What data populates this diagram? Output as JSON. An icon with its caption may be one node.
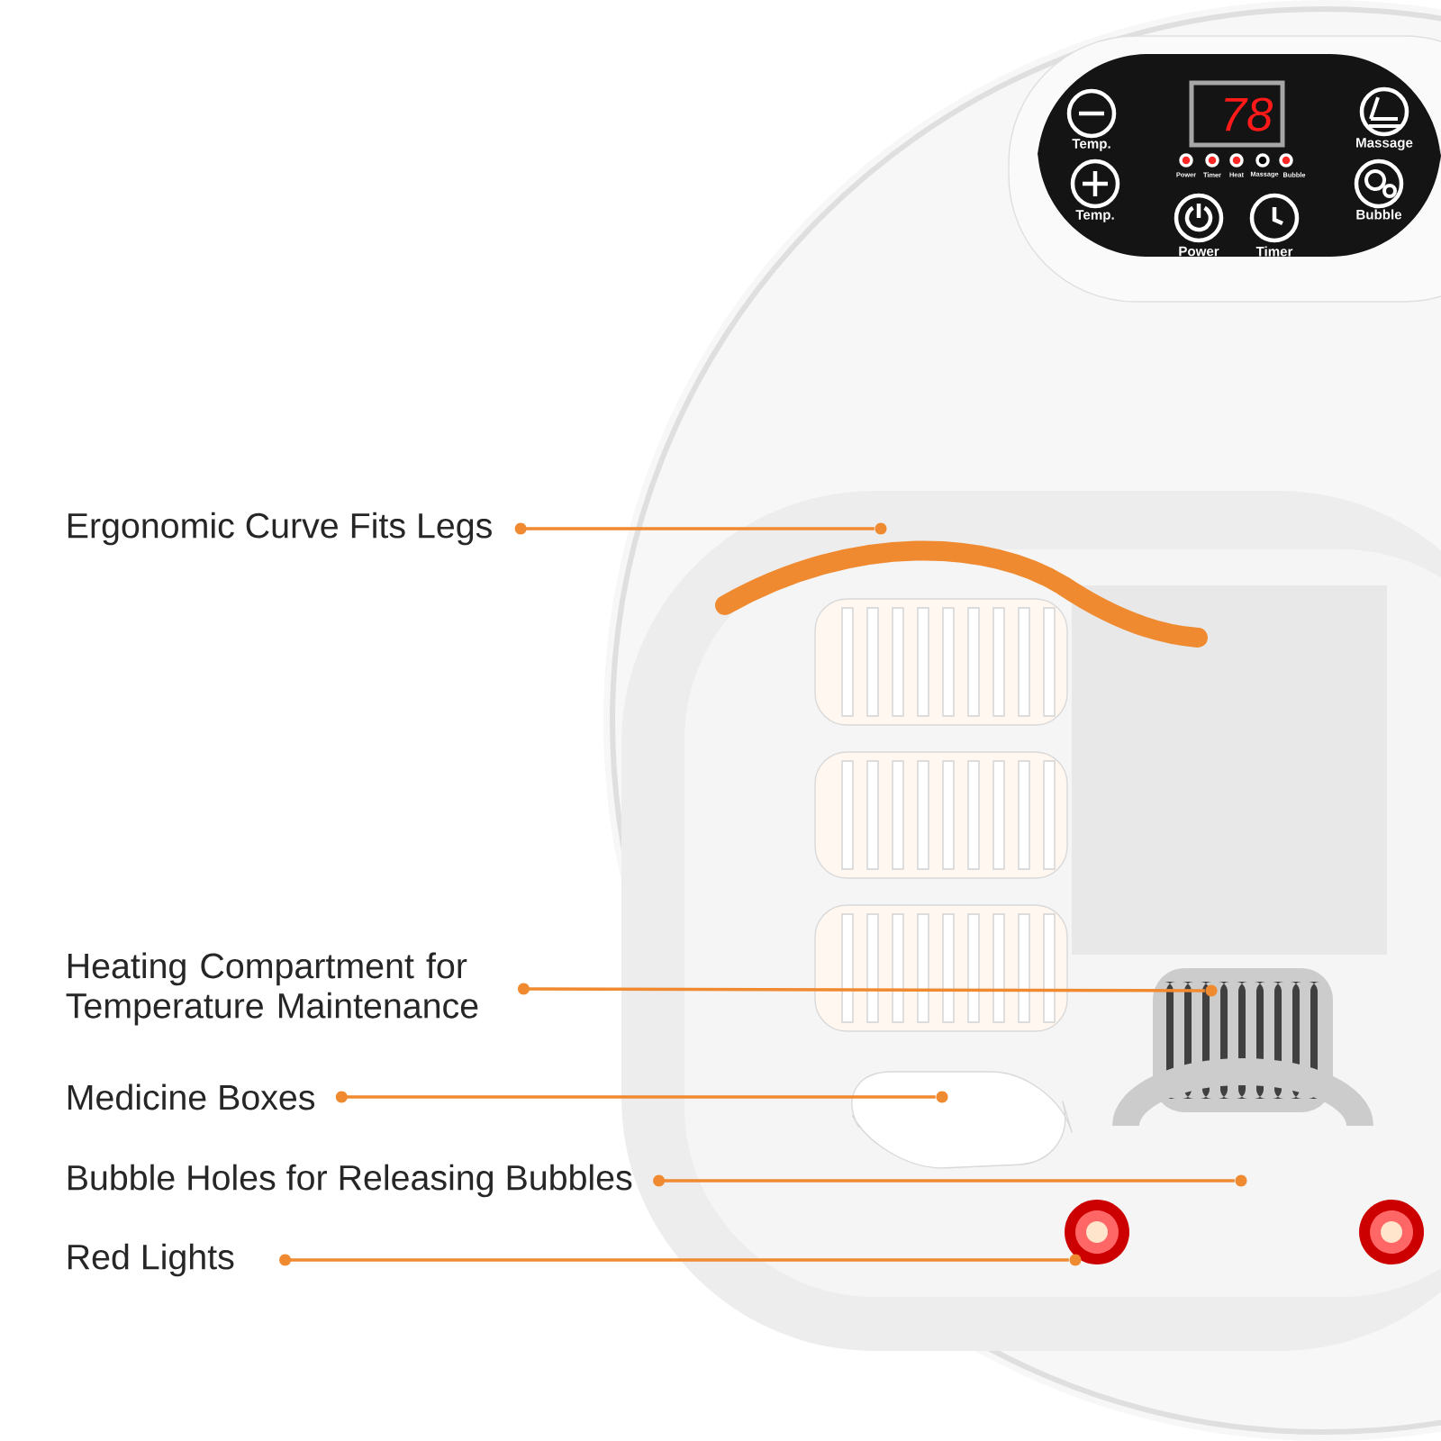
{
  "diagram": {
    "nodes": [
      {
        "text": [
          "Ergonomic Curve Fits Legs"
        ]
      },
      {
        "text": [],
        "shape": "circle"
      },
      {
        "text": [
          "Heating Compartment for Temperature Maintenance"
        ]
      },
      {
        "text": [],
        "shape": "circle"
      },
      {
        "text": [
          "Medicine Boxes"
        ]
      },
      {
        "text": [],
        "shape": "circle"
      },
      {
        "text": [
          "Bubble Holes for Releasing Bubbles"
        ]
      },
      {
        "text": [],
        "shape": "circle"
      },
      {
        "text": [
          "Red Lights"
        ]
      },
      {
        "text": [],
        "shape": "circle"
      }
    ],
    "edges": [
      {
        "from": 0,
        "to": 1,
        "arrow": "none"
      },
      {
        "from": 2,
        "to": 3,
        "arrow": "none"
      },
      {
        "from": 4,
        "to": 5,
        "arrow": "none"
      },
      {
        "from": 6,
        "to": 7,
        "arrow": "none"
      },
      {
        "from": 8,
        "to": 9,
        "arrow": "none"
      }
    ],
    "labels": [
      "78",
      "Temp.",
      "Massage",
      "Power",
      "Timer",
      "Heat",
      "Massage",
      "Bubble",
      "Temp.",
      "Bubble",
      "Power",
      "Timer"
    ]
  }
}
